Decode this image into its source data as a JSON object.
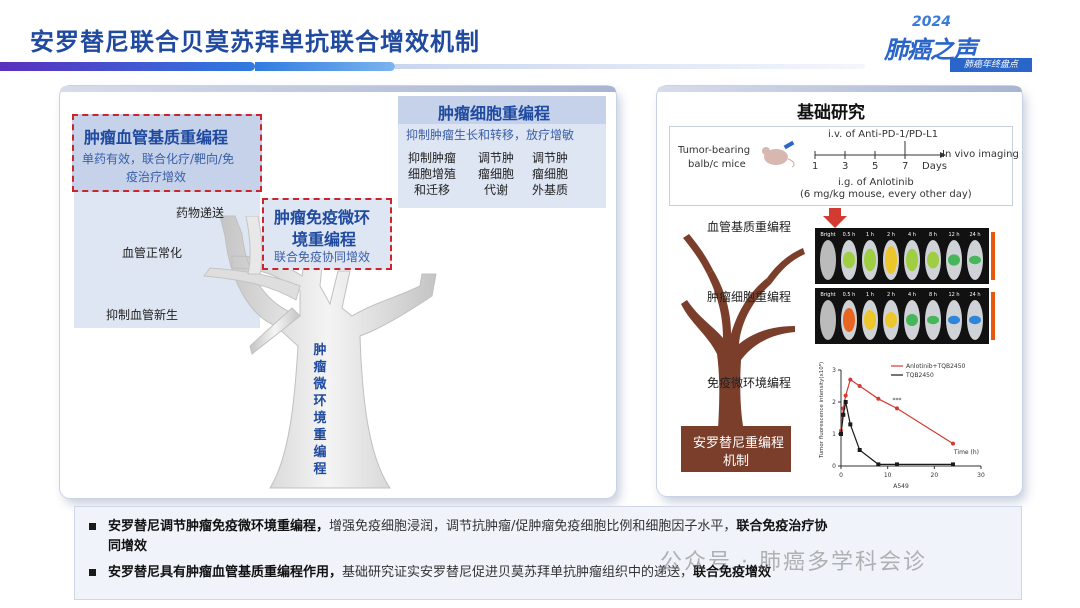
{
  "header": {
    "title": "安罗替尼联合贝莫苏拜单抗联合增效机制",
    "logo_year": "2024",
    "logo_main": "肺癌之声",
    "logo_sub": "肺癌年终盘点",
    "stripe_colors": [
      "#6a3fc9",
      "#2f7be0",
      "#e0e6f3"
    ]
  },
  "left_panel": {
    "vascular_box": {
      "title": "肿瘤血管基质重编程",
      "desc_line1": "单药有效，联合化疗/靶向/免",
      "desc_line2": "疫治疗增效"
    },
    "immune_box": {
      "title_line1": "肿瘤免疫微环",
      "title_line2": "境重编程",
      "desc": "联合免疫协同增效"
    },
    "cell_box": {
      "title": "肿瘤细胞重编程",
      "desc": "抑制肿瘤生长和转移，放疗增敏",
      "items": [
        {
          "line1": "抑制肿瘤",
          "line2": "细胞增殖",
          "line3": "和迁移"
        },
        {
          "line1": "调节肿",
          "line2": "瘤细胞",
          "line3": "代谢"
        },
        {
          "line1": "调节肿",
          "line2": "瘤细胞",
          "line3": "外基质"
        }
      ]
    },
    "vascular_items": [
      "药物递送",
      "血管正常化",
      "抑制血管新生"
    ],
    "trunk_label": [
      "肿",
      "瘤",
      "微",
      "环",
      "境",
      "重",
      "编",
      "程"
    ]
  },
  "right_panel": {
    "title": "基础研究",
    "diagram": {
      "mouse_label_line1": "Tumor-bearing",
      "mouse_label_line2": "balb/c mice",
      "top_label": "i.v. of Anti-PD-1/PD-L1",
      "in_vivo": "In vivo imaging",
      "days": [
        "1",
        "3",
        "5",
        "7"
      ],
      "days_label": "Days",
      "bottom_label_line1": "i.g. of Anlotinib",
      "bottom_label_line2": "(6 mg/kg mouse, every other day)"
    },
    "mechanisms": [
      "血管基质重编程",
      "肿瘤细胞重编程",
      "免疫微环境编程"
    ],
    "root_label_line1": "安罗替尼重编程",
    "root_label_line2": "机制",
    "imaging": {
      "timepoints": [
        "Bright",
        "0.5 h",
        "1 h",
        "2 h",
        "4 h",
        "8 h",
        "12 h",
        "24 h"
      ]
    },
    "line_chart": {
      "ylabel": "Tumor fluorescence intensity(x10⁸)",
      "xlabel": "Time (h)",
      "cell_line": "A549",
      "x_ticks": [
        "0",
        "10",
        "20",
        "30"
      ],
      "y_ticks": [
        "0",
        "1",
        "2",
        "3"
      ],
      "significance": "***"
    }
  },
  "chart_data": {
    "type": "line",
    "xlabel": "Time (h)",
    "ylabel": "Tumor fluorescence intensity(x10⁸)",
    "xlim": [
      0,
      30
    ],
    "ylim": [
      0,
      3
    ],
    "series": [
      {
        "name": "Anlotinib+TQB2450",
        "color": "#d23b32",
        "x": [
          0,
          0.5,
          1,
          2,
          4,
          8,
          12,
          24
        ],
        "y": [
          1.1,
          1.8,
          2.2,
          2.7,
          2.5,
          2.1,
          1.8,
          0.7
        ]
      },
      {
        "name": "TQB2450",
        "color": "#1a1a1a",
        "x": [
          0,
          0.5,
          1,
          2,
          4,
          8,
          12,
          24
        ],
        "y": [
          1.0,
          1.6,
          2.0,
          1.3,
          0.5,
          0.05,
          0.05,
          0.05
        ]
      }
    ]
  },
  "bottom": {
    "b1_bold": "安罗替尼调节肿瘤免疫微环境重编程，",
    "b1_text": "增强免疫细胞浸润，调节抗肿瘤/促肿瘤免疫细胞比例和细胞因子水平，",
    "b1_bold2": "联合免疫治疗协",
    "b1_line2_bold": "同增效",
    "b2_bold": "安罗替尼具有肿瘤血管基质重编程作用，",
    "b2_text": "基础研究证实安罗替尼促进贝莫苏拜单抗肿瘤组织中的递送，",
    "b2_bold2": "联合免疫增效"
  },
  "watermark": "公众号 · 肺癌多学科会诊"
}
